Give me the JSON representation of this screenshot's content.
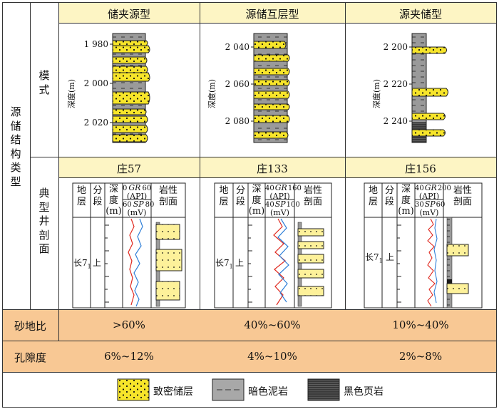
{
  "row_labels": {
    "outer": "源储结构类型",
    "mode": "模式",
    "typical": "典型井剖面",
    "sand_ratio": "砂地比",
    "porosity": "孔隙度"
  },
  "types": [
    {
      "name": "储夹源型",
      "well": "庄57",
      "depths": [
        "1 980",
        "2 000",
        "2 020"
      ],
      "sand_ratio": ">60%",
      "porosity": "6%~12%",
      "gr_top": [
        "0",
        "GR",
        "60"
      ],
      "sp_bot": [
        "60",
        "SP",
        "80"
      ]
    },
    {
      "name": "源储互层型",
      "well": "庄133",
      "depths": [
        "2 040",
        "2 060",
        "2 080"
      ],
      "sand_ratio": "40%~60%",
      "porosity": "4%~10%",
      "gr_top": [
        "40",
        "GR",
        "160"
      ],
      "sp_bot": [
        "40",
        "SP",
        "100"
      ]
    },
    {
      "name": "源夹储型",
      "well": "庄156",
      "depths": [
        "2 200",
        "2 220",
        "2 240"
      ],
      "sand_ratio": "10%~40%",
      "porosity": "2%~8%",
      "gr_top": [
        "40",
        "GR",
        "200"
      ],
      "sp_bot": [
        "30",
        "SP",
        "60"
      ]
    }
  ],
  "depth_axis_label": "深度(m)",
  "log_headers": {
    "strata": "地层",
    "section": "分段",
    "depth": "深度",
    "depth_unit": "(m)",
    "api": "(API)",
    "mv": "(mV)",
    "lith": "岩性",
    "profile": "剖面"
  },
  "strata_value": "长7",
  "strata_sub": "1",
  "section_value": "上",
  "legend": [
    {
      "label": "致密储层",
      "icon": "dotted-sandstone-swatch"
    },
    {
      "label": "暗色泥岩",
      "icon": "dashed-mudstone-swatch"
    },
    {
      "label": "黑色页岩",
      "icon": "black-shale-swatch"
    }
  ],
  "colors": {
    "sand": "#f7e52a",
    "mud": "#9a9a9a",
    "shale": "#3a3a3a",
    "header": "#fdf5c4",
    "data_row": "#f8c894",
    "gr": "#e0281e",
    "sp": "#2f7fd8"
  }
}
